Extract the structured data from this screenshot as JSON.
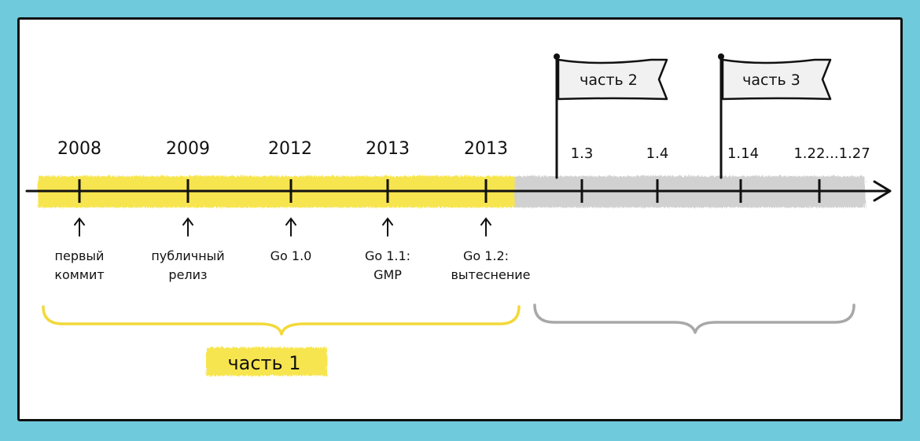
{
  "phase1": {
    "events": [
      {
        "year": "2008",
        "caption": [
          "первый",
          "коммит"
        ]
      },
      {
        "year": "2009",
        "caption": [
          "публичный",
          "релиз"
        ]
      },
      {
        "year": "2012",
        "caption": [
          "Go 1.0"
        ]
      },
      {
        "year": "2013",
        "caption": [
          "Go 1.1:",
          "GMP"
        ]
      },
      {
        "year": "2013",
        "caption": [
          "Go 1.2:",
          "вытеснение"
        ]
      }
    ],
    "label": "часть 1",
    "highlight_color": "#f7e33c"
  },
  "phase2": {
    "versions": [
      "1.3",
      "1.4",
      "1.14",
      "1.22...1.27"
    ],
    "highlight_color": "#c9c9c9"
  },
  "flags": [
    "часть 2",
    "часть 3"
  ],
  "colors": {
    "background": "#6fcbdc",
    "ink": "#111111",
    "yellow_brace": "#f2d93a",
    "grey_brace": "#a8a8a8"
  }
}
